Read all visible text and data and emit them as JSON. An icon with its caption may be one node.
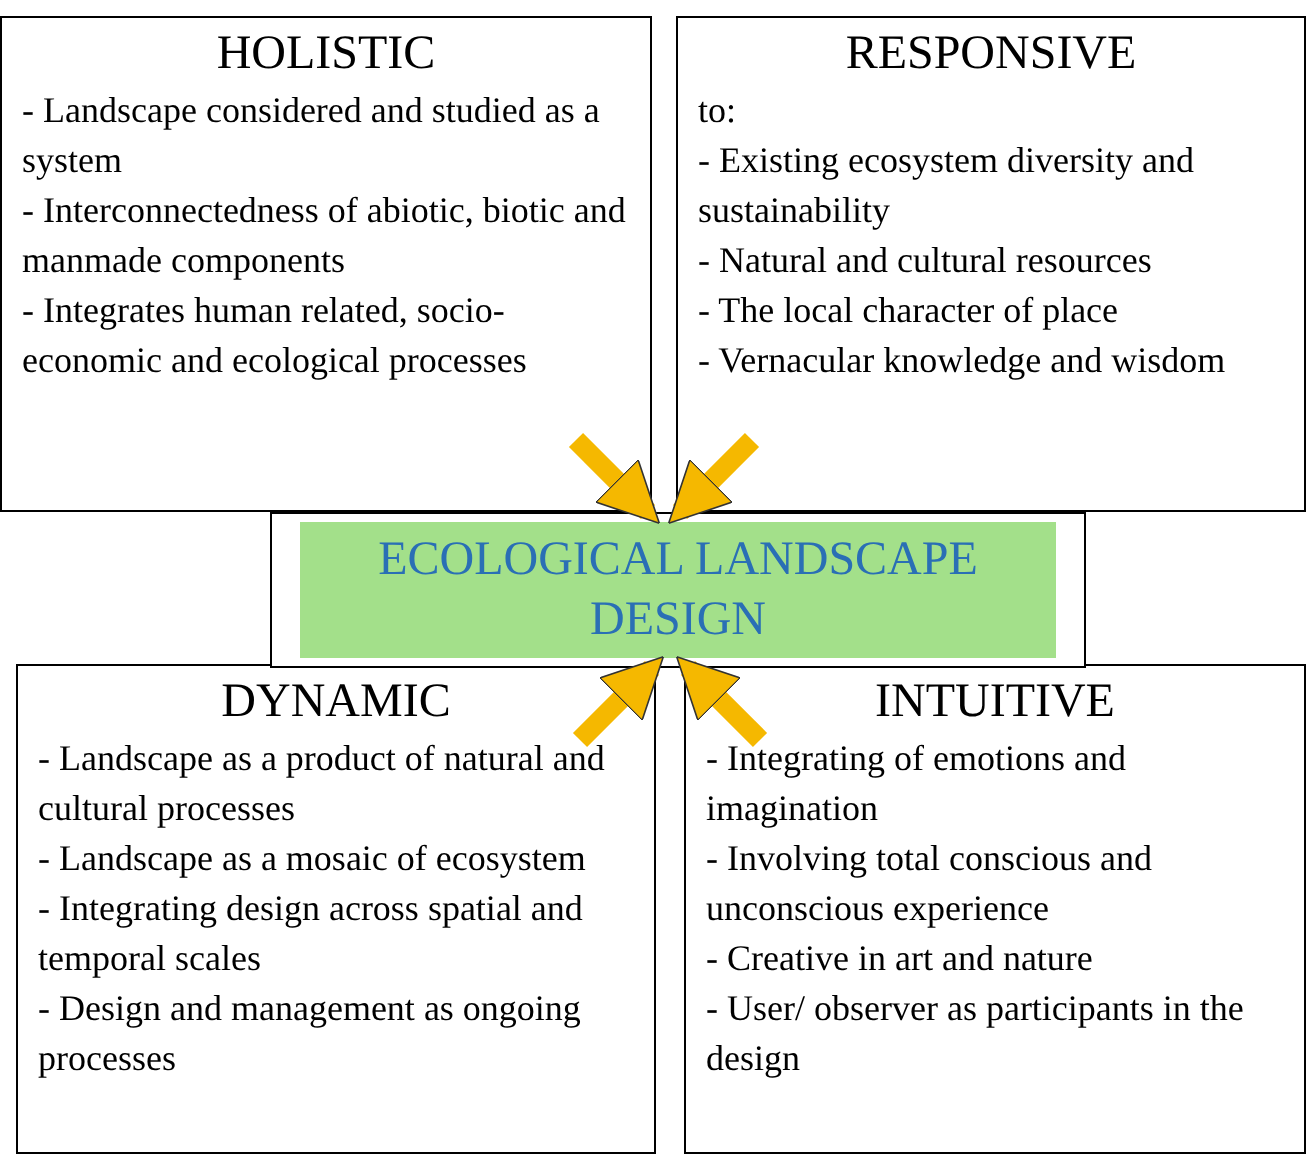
{
  "diagram": {
    "nodes": [
      {
        "text": [
          "HOLISTIC",
          "- Landscape considered and studied as a system",
          "- Interconnectedness of abiotic, biotic and manmade components",
          "- Integrates human related, socio-economic and ecological processes"
        ]
      },
      {
        "text": [
          "RESPONSIVE",
          "to:",
          "- Existing ecosystem diversity and sustainability",
          "- Natural and cultural resources",
          "- The local character of place",
          "- Vernacular knowledge and wisdom"
        ]
      },
      {
        "text": [
          "ECOLOGICAL LANDSCAPE DESIGN"
        ]
      },
      {
        "text": [
          "DYNAMIC",
          "- Landscape as a product of natural and cultural processes",
          "- Landscape as a mosaic of ecosystem",
          "- Integrating design across spatial and temporal scales",
          "- Design and management as ongoing processes"
        ]
      },
      {
        "text": [
          "INTUITIVE",
          "- Integrating of emotions and imagination",
          "- Involving total conscious and unconscious experience",
          "- Creative in art and nature",
          "- User/ observer as participants in the design"
        ]
      }
    ],
    "edges": [
      {
        "from": 0,
        "to": 2,
        "arrow": "to"
      },
      {
        "from": 1,
        "to": 2,
        "arrow": "to"
      },
      {
        "from": 3,
        "to": 2,
        "arrow": "to"
      },
      {
        "from": 4,
        "to": 2,
        "arrow": "to"
      }
    ]
  }
}
